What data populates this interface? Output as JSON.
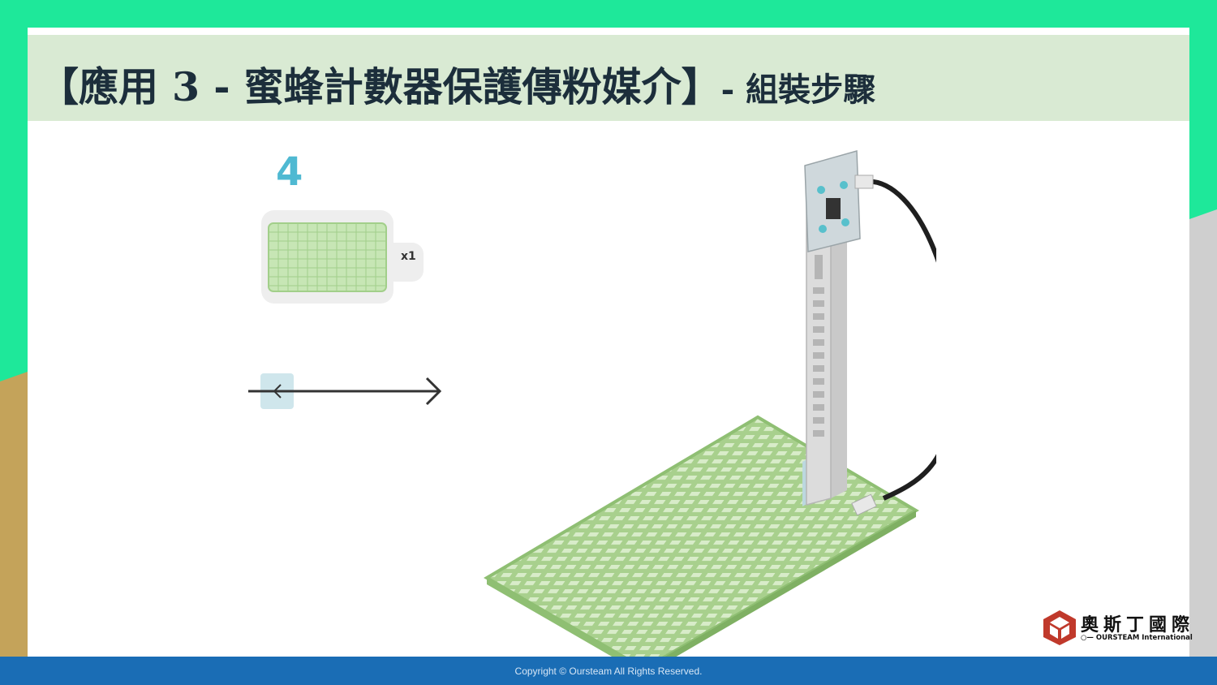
{
  "title": {
    "main": "【應用 3 - 蜜蜂計數器保護傳粉媒介】",
    "sub": "- 組裝步驟"
  },
  "step": {
    "number": "4",
    "part_quantity": "x1"
  },
  "navigation": {
    "back_icon": "chevron-left-icon",
    "arrow_icon": "arrow-right-icon"
  },
  "logo": {
    "chinese": "奧斯丁國際",
    "english": "○— OURSTEAM International"
  },
  "footer": {
    "copyright": "Copyright © Oursteam All Rights Reserved."
  },
  "colors": {
    "background_green": "#1ee89a",
    "background_tan": "#c4a35a",
    "title_bar": "#d9ead3",
    "title_text": "#1c2e3b",
    "step_number": "#4fb9d2",
    "plate_green": "#a8d08d",
    "footer_blue": "#1a6db5",
    "logo_red": "#c0392b"
  }
}
